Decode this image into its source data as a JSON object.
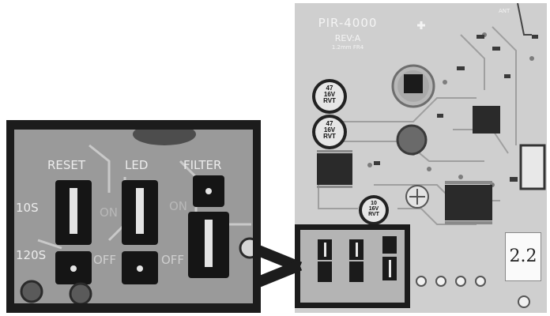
{
  "board": {
    "title": "PIR-4000",
    "revision": "REV:A",
    "spec": "1.2mm FR4",
    "antenna_label": "ANT",
    "handwritten": "2.2",
    "capacitor_label": [
      "47",
      "16V",
      "RVT"
    ],
    "capacitor_small_label": [
      "10",
      "16V",
      "RVT"
    ]
  },
  "inset": {
    "headers": [
      "RESET",
      "LED",
      "FILTER"
    ],
    "reset_options": [
      "10S",
      "120S"
    ],
    "led_options": [
      "ON",
      "OFF"
    ],
    "filter_options": [
      "ON",
      "OFF"
    ]
  },
  "colors": {
    "frame": "#1c1c1c",
    "board": "#cfcfcf",
    "silkscreen": "#f4f4f4"
  }
}
